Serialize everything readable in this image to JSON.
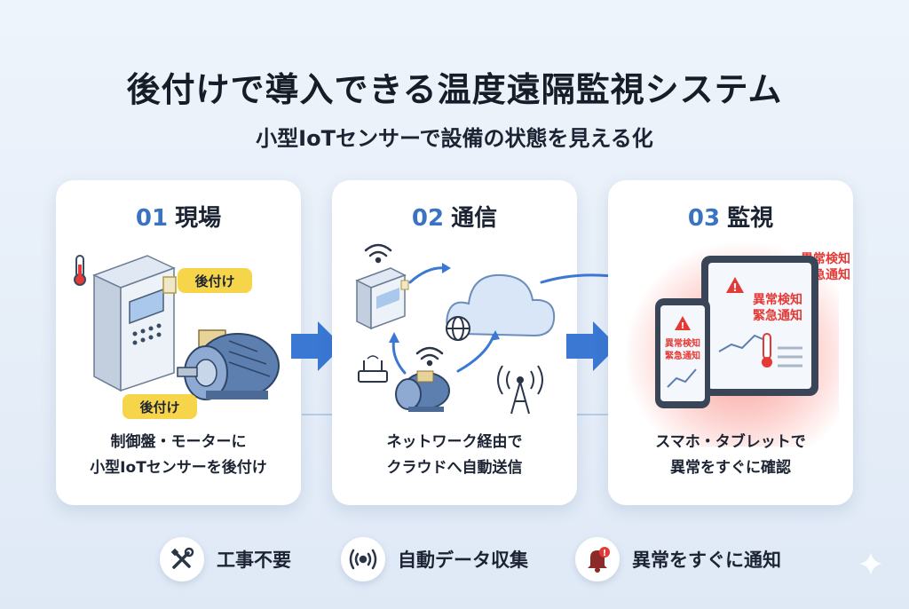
{
  "title": "後付けで導入できる温度遠隔監視システム",
  "subtitle": "小型IoTセンサーで設備の状態を見える化",
  "steps": [
    {
      "num": "01",
      "title": "現場",
      "desc_line1": "制御盤・モーターに",
      "desc_line2": "小型IoTセンサーを後付け",
      "tag_top": "後付け",
      "tag_bottom": "後付け"
    },
    {
      "num": "02",
      "title": "通信",
      "desc_line1": "ネットワーク経由で",
      "desc_line2": "クラウドへ自動送信"
    },
    {
      "num": "03",
      "title": "監視",
      "desc_line1": "スマホ・タブレットで",
      "desc_line2": "異常をすぐに確認",
      "alert_label_1": "異常検知",
      "alert_label_2": "緊急通知",
      "phone_line_1": "異常検知",
      "phone_line_2": "緊急通知"
    }
  ],
  "features": [
    {
      "label": "工事不要",
      "icon": "tools-icon"
    },
    {
      "label": "自動データ収集",
      "icon": "wireless-signal-icon"
    },
    {
      "label": "異常をすぐに通知",
      "icon": "alert-bell-icon"
    }
  ],
  "colors": {
    "accent": "#3b73c4",
    "tag": "#f7d54a",
    "alert": "#e53935",
    "arrow": "#3a78d4"
  }
}
